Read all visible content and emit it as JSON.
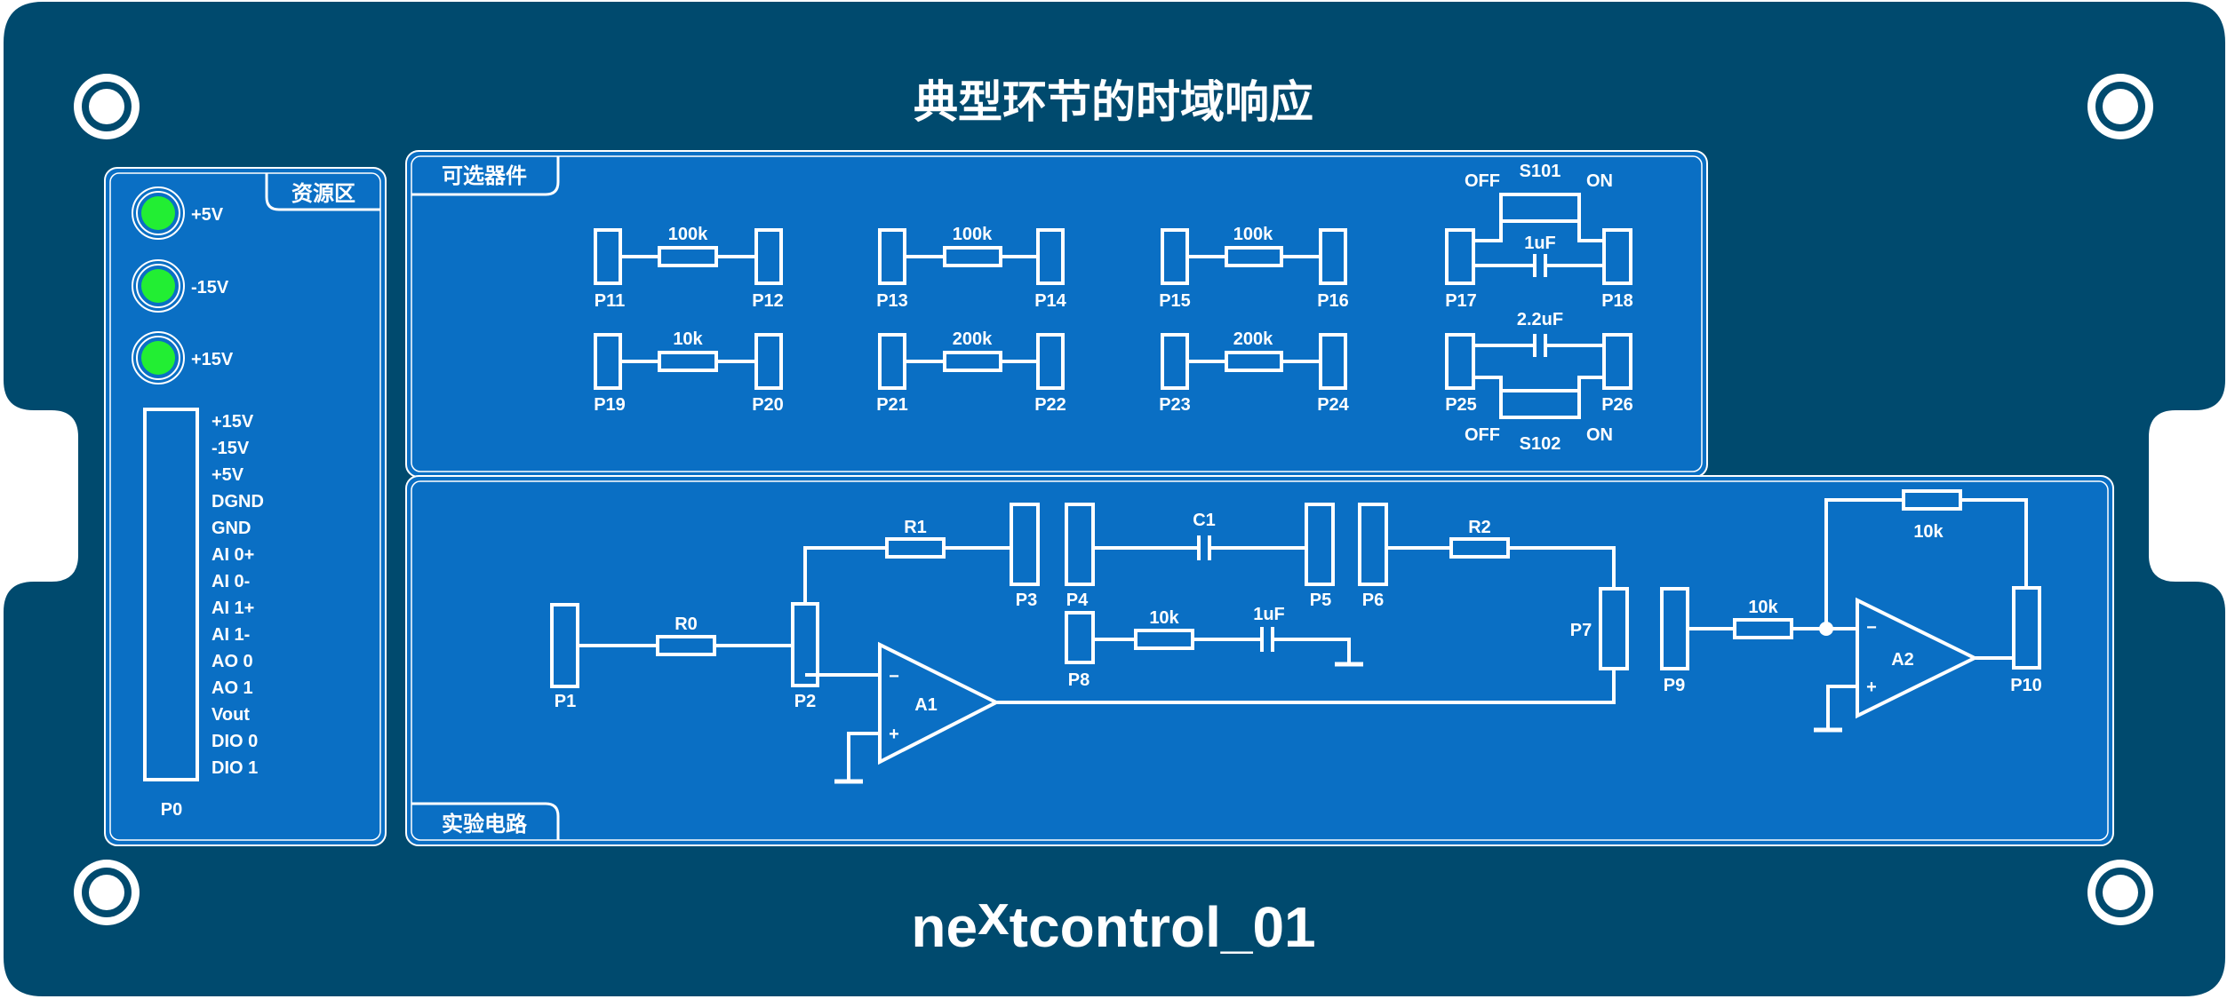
{
  "title": "典型环节的时域响应",
  "logo": {
    "prefix": "ne",
    "x": "x",
    "suffix": "tcontrol_01"
  },
  "colors": {
    "board": "#004a6e",
    "panel": "#0a6fc4",
    "led": "#22ee33",
    "line": "#ffffff"
  },
  "resource": {
    "tab": "资源区",
    "leds": [
      "+5V",
      "-15V",
      "+15V"
    ],
    "connector_pins": [
      "+15V",
      "-15V",
      "+5V",
      "DGND",
      "GND",
      "AI 0+",
      "AI 0-",
      "AI 1+",
      "AI 1-",
      "AO 0",
      "AO 1",
      "Vout",
      "DIO 0",
      "DIO 1"
    ],
    "connector_label": "P0"
  },
  "components": {
    "tab": "可选器件",
    "resistors": [
      {
        "value": "100k",
        "left": "P11",
        "right": "P12"
      },
      {
        "value": "100k",
        "left": "P13",
        "right": "P14"
      },
      {
        "value": "100k",
        "left": "P15",
        "right": "P16"
      },
      {
        "value": "10k",
        "left": "P19",
        "right": "P20"
      },
      {
        "value": "200k",
        "left": "P21",
        "right": "P22"
      },
      {
        "value": "200k",
        "left": "P23",
        "right": "P24"
      }
    ],
    "cap_switches": [
      {
        "switch": "S101",
        "off": "OFF",
        "on": "ON",
        "cap": "1uF",
        "left": "P17",
        "right": "P18"
      },
      {
        "switch": "S102",
        "off": "OFF",
        "on": "ON",
        "cap": "2.2uF",
        "left": "P25",
        "right": "P26"
      }
    ]
  },
  "experiment": {
    "tab": "实验电路",
    "labels": {
      "R0": "R0",
      "R1": "R1",
      "R2": "R2",
      "C1": "C1",
      "r_p8": "10k",
      "c_p8": "1uF",
      "r_p9": "10k",
      "r_fb": "10k",
      "A1": "A1",
      "A2": "A2",
      "minus": "−",
      "plus": "+",
      "P1": "P1",
      "P2": "P2",
      "P3": "P3",
      "P4": "P4",
      "P5": "P5",
      "P6": "P6",
      "P7": "P7",
      "P8": "P8",
      "P9": "P9",
      "P10": "P10"
    }
  }
}
